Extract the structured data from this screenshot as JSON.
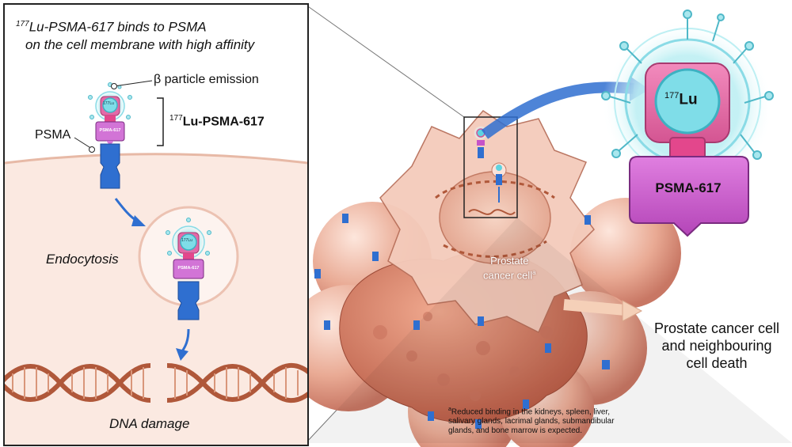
{
  "inset": {
    "title_sup": "177",
    "title_line1": "Lu-PSMA-617 binds to PSMA",
    "title_line2": "on the cell membrane with high affinity",
    "beta_label": "β particle emission",
    "psma_label": "PSMA",
    "ligand_sup": "177",
    "ligand_label": "Lu-PSMA-617",
    "small_lu": "177Lu",
    "small_psma": "PSMA-617",
    "endocytosis_label": "Endocytosis",
    "dna_label": "DNA damage"
  },
  "main": {
    "cell_label_line1": "Prostate",
    "cell_label_line2": "cancer cell",
    "cell_label_sup": "a",
    "death_line1": "Prostate cancer cell",
    "death_line2": "and neighbouring",
    "death_line3": "cell death"
  },
  "zoom": {
    "lu_sup": "177",
    "lu_label": "Lu",
    "psma_label": "PSMA-617"
  },
  "footnote": {
    "sup": "a",
    "line1": "Reduced binding in the kidneys, spleen, liver,",
    "line2": "salivary glands, lacrimal glands, submandibular",
    "line3": "glands, and bone marrow is expected."
  },
  "colors": {
    "psma_blue": "#2f6fd0",
    "ligand_pink": "#e36aa8",
    "ligand_purple": "#c653c8",
    "lu_cyan": "#5fd3e0",
    "cell_pink": "#f2c9b8",
    "dna_brown": "#b0583a"
  }
}
